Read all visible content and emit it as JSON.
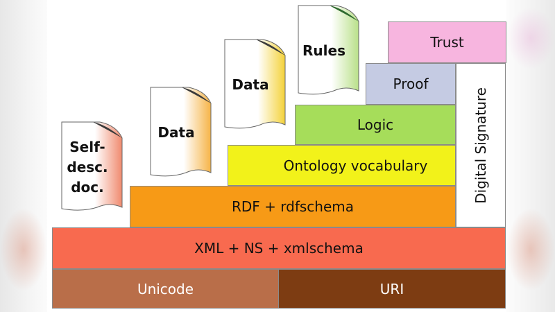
{
  "layers": {
    "unicode": "Unicode",
    "uri": "URI",
    "xml": "XML + NS + xmlschema",
    "rdf": "RDF + rdfschema",
    "ontology": "Ontology vocabulary",
    "logic": "Logic",
    "proof": "Proof",
    "trust": "Trust",
    "digital_signature": "Digital Signature"
  },
  "documents": {
    "self_desc": "Self-\ndesc.\ndoc.",
    "data_1": "Data",
    "data_2": "Data",
    "rules": "Rules"
  },
  "colors": {
    "unicode": "#b96e49",
    "uri": "#7d3c12",
    "xml": "#f86a4f",
    "rdf": "#f79a16",
    "ontology": "#f2f21a",
    "logic": "#a6dd5a",
    "proof": "#c5cbe3",
    "trust": "#f7b5df",
    "signature": "#ffffff"
  }
}
